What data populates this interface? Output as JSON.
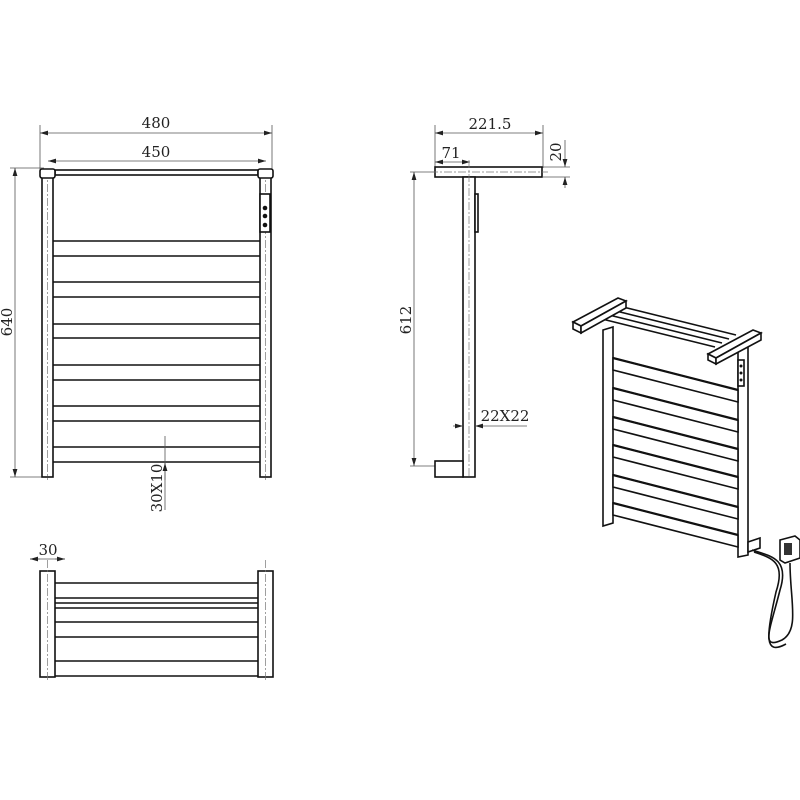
{
  "front_view": {
    "overall_width": "480",
    "inner_width": "450",
    "height": "640",
    "rail_section": "30X10"
  },
  "side_view": {
    "depth": "221.5",
    "offset": "71",
    "shelf_thickness": "20",
    "height": "612",
    "post_section": "22X22"
  },
  "top_view": {
    "post_width": "30"
  },
  "colors": {
    "line": "#111111",
    "dimension": "#555555",
    "background": "#ffffff"
  }
}
